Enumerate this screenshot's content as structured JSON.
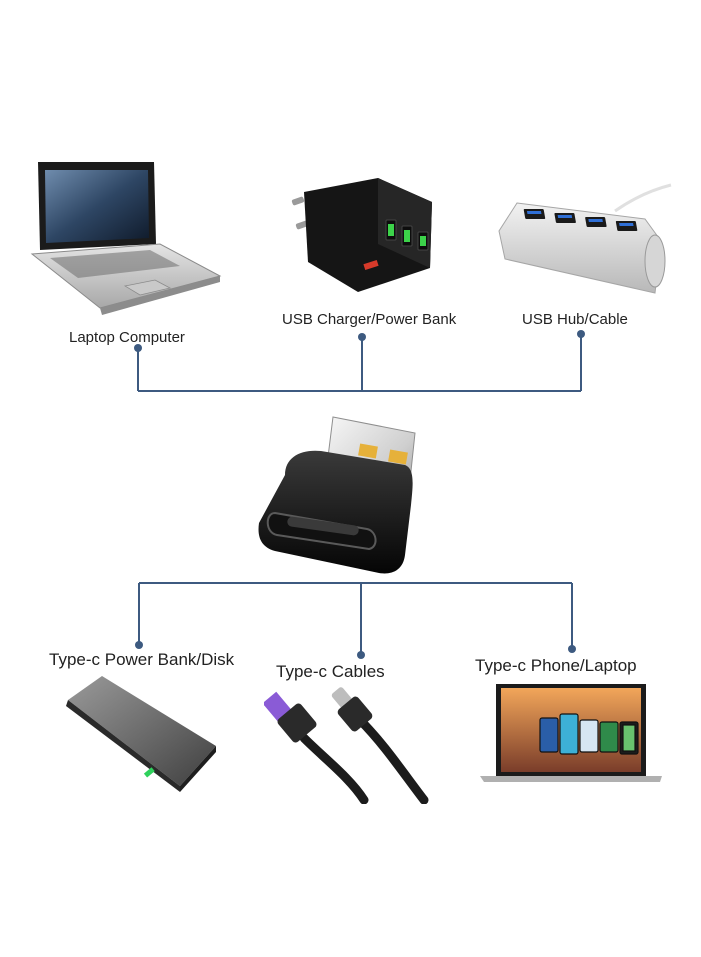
{
  "diagram": {
    "line_color": "#3d5a80",
    "top_devices": [
      {
        "label": "Laptop Computer",
        "icon": "laptop-icon"
      },
      {
        "label": "USB Charger/Power Bank",
        "icon": "usb-charger-icon"
      },
      {
        "label": "USB Hub/Cable",
        "icon": "usb-hub-icon"
      }
    ],
    "center_device": {
      "icon": "usb-a-to-type-c-adapter-icon"
    },
    "bottom_devices": [
      {
        "label": "Type-c Power Bank/Disk",
        "icon": "power-bank-icon"
      },
      {
        "label": "Type-c Cables",
        "icon": "type-c-cables-icon"
      },
      {
        "label": "Type-c Phone/Laptop",
        "icon": "phone-laptop-icon"
      }
    ]
  }
}
